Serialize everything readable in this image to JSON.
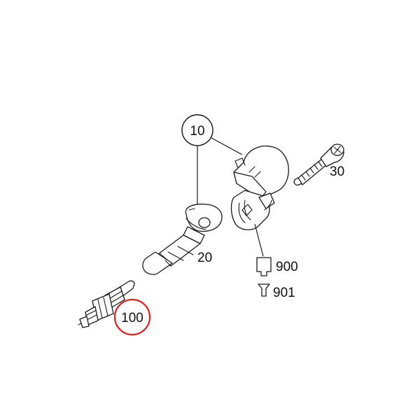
{
  "callouts": {
    "c10": "10",
    "c20": "20",
    "c30": "30",
    "c100": "100",
    "c900": "900",
    "c901": "901"
  },
  "highlight_color": "#e0201b",
  "line_color": "#1a1a1a"
}
